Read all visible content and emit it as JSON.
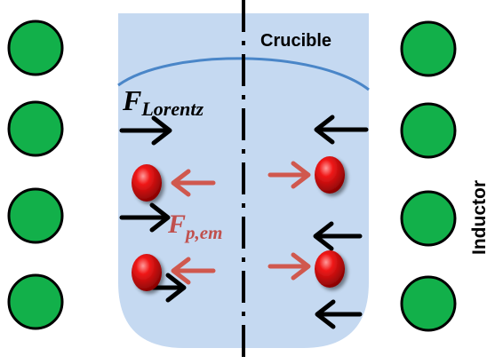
{
  "labels": {
    "crucible": "Crucible",
    "inductor": "Inductor",
    "lorentz_main": "F",
    "lorentz_sub": "Lorentz",
    "pem_main": "F",
    "pem_sub": "p,em"
  },
  "colors": {
    "crucible_fill": "#c5d9f1",
    "meniscus": "#4a86c8",
    "coil_fill": "#12b04a",
    "coil_stroke": "#000000",
    "lorentz_arrow": "#000000",
    "particle_arrow": "#d0584e",
    "pem_label": "#c0504d",
    "particle": "#e01010",
    "axis": "#000000"
  }
}
